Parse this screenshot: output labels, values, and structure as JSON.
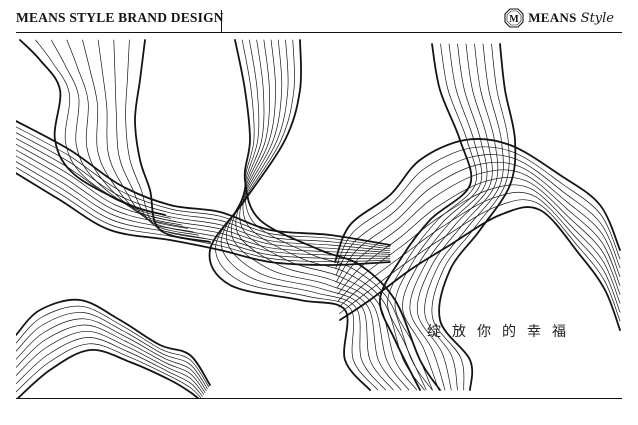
{
  "header": {
    "title": "MEANS STYLE BRAND DESIGN"
  },
  "logo": {
    "monogram": "M",
    "brand": "MEANS",
    "script": "Style",
    "mark_icon": "monogram-octagon-icon"
  },
  "slogan": "绽放你的幸福",
  "colors": {
    "line": "#141414",
    "background": "#ffffff"
  }
}
